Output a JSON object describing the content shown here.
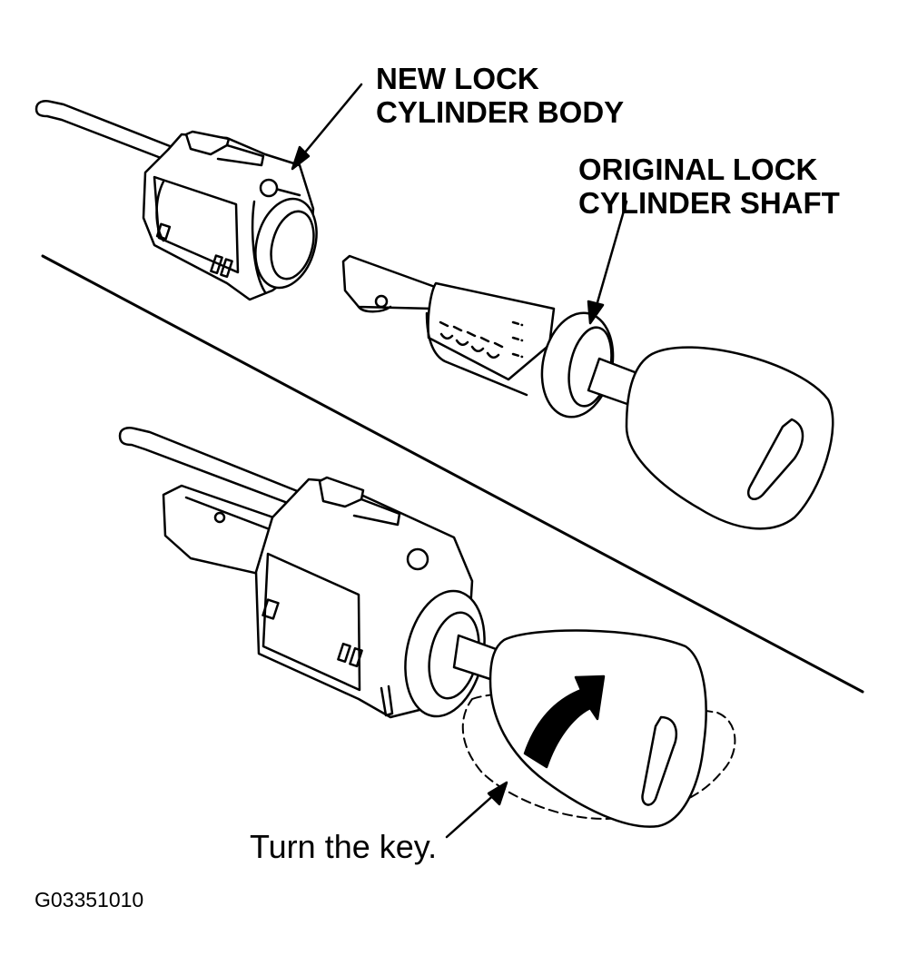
{
  "callouts": {
    "new_body": {
      "line1": "NEW LOCK",
      "line2": "CYLINDER BODY"
    },
    "original_shaft": {
      "line1": "ORIGINAL LOCK",
      "line2": "CYLINDER SHAFT"
    },
    "turn_key": "Turn the key."
  },
  "figure_code": "G03351010",
  "colors": {
    "ink": "#000000",
    "paper": "#ffffff"
  },
  "icons": [
    "ignition-lock-cylinder-body",
    "lock-cylinder-shaft-with-key",
    "rotation-arrow-icon"
  ]
}
